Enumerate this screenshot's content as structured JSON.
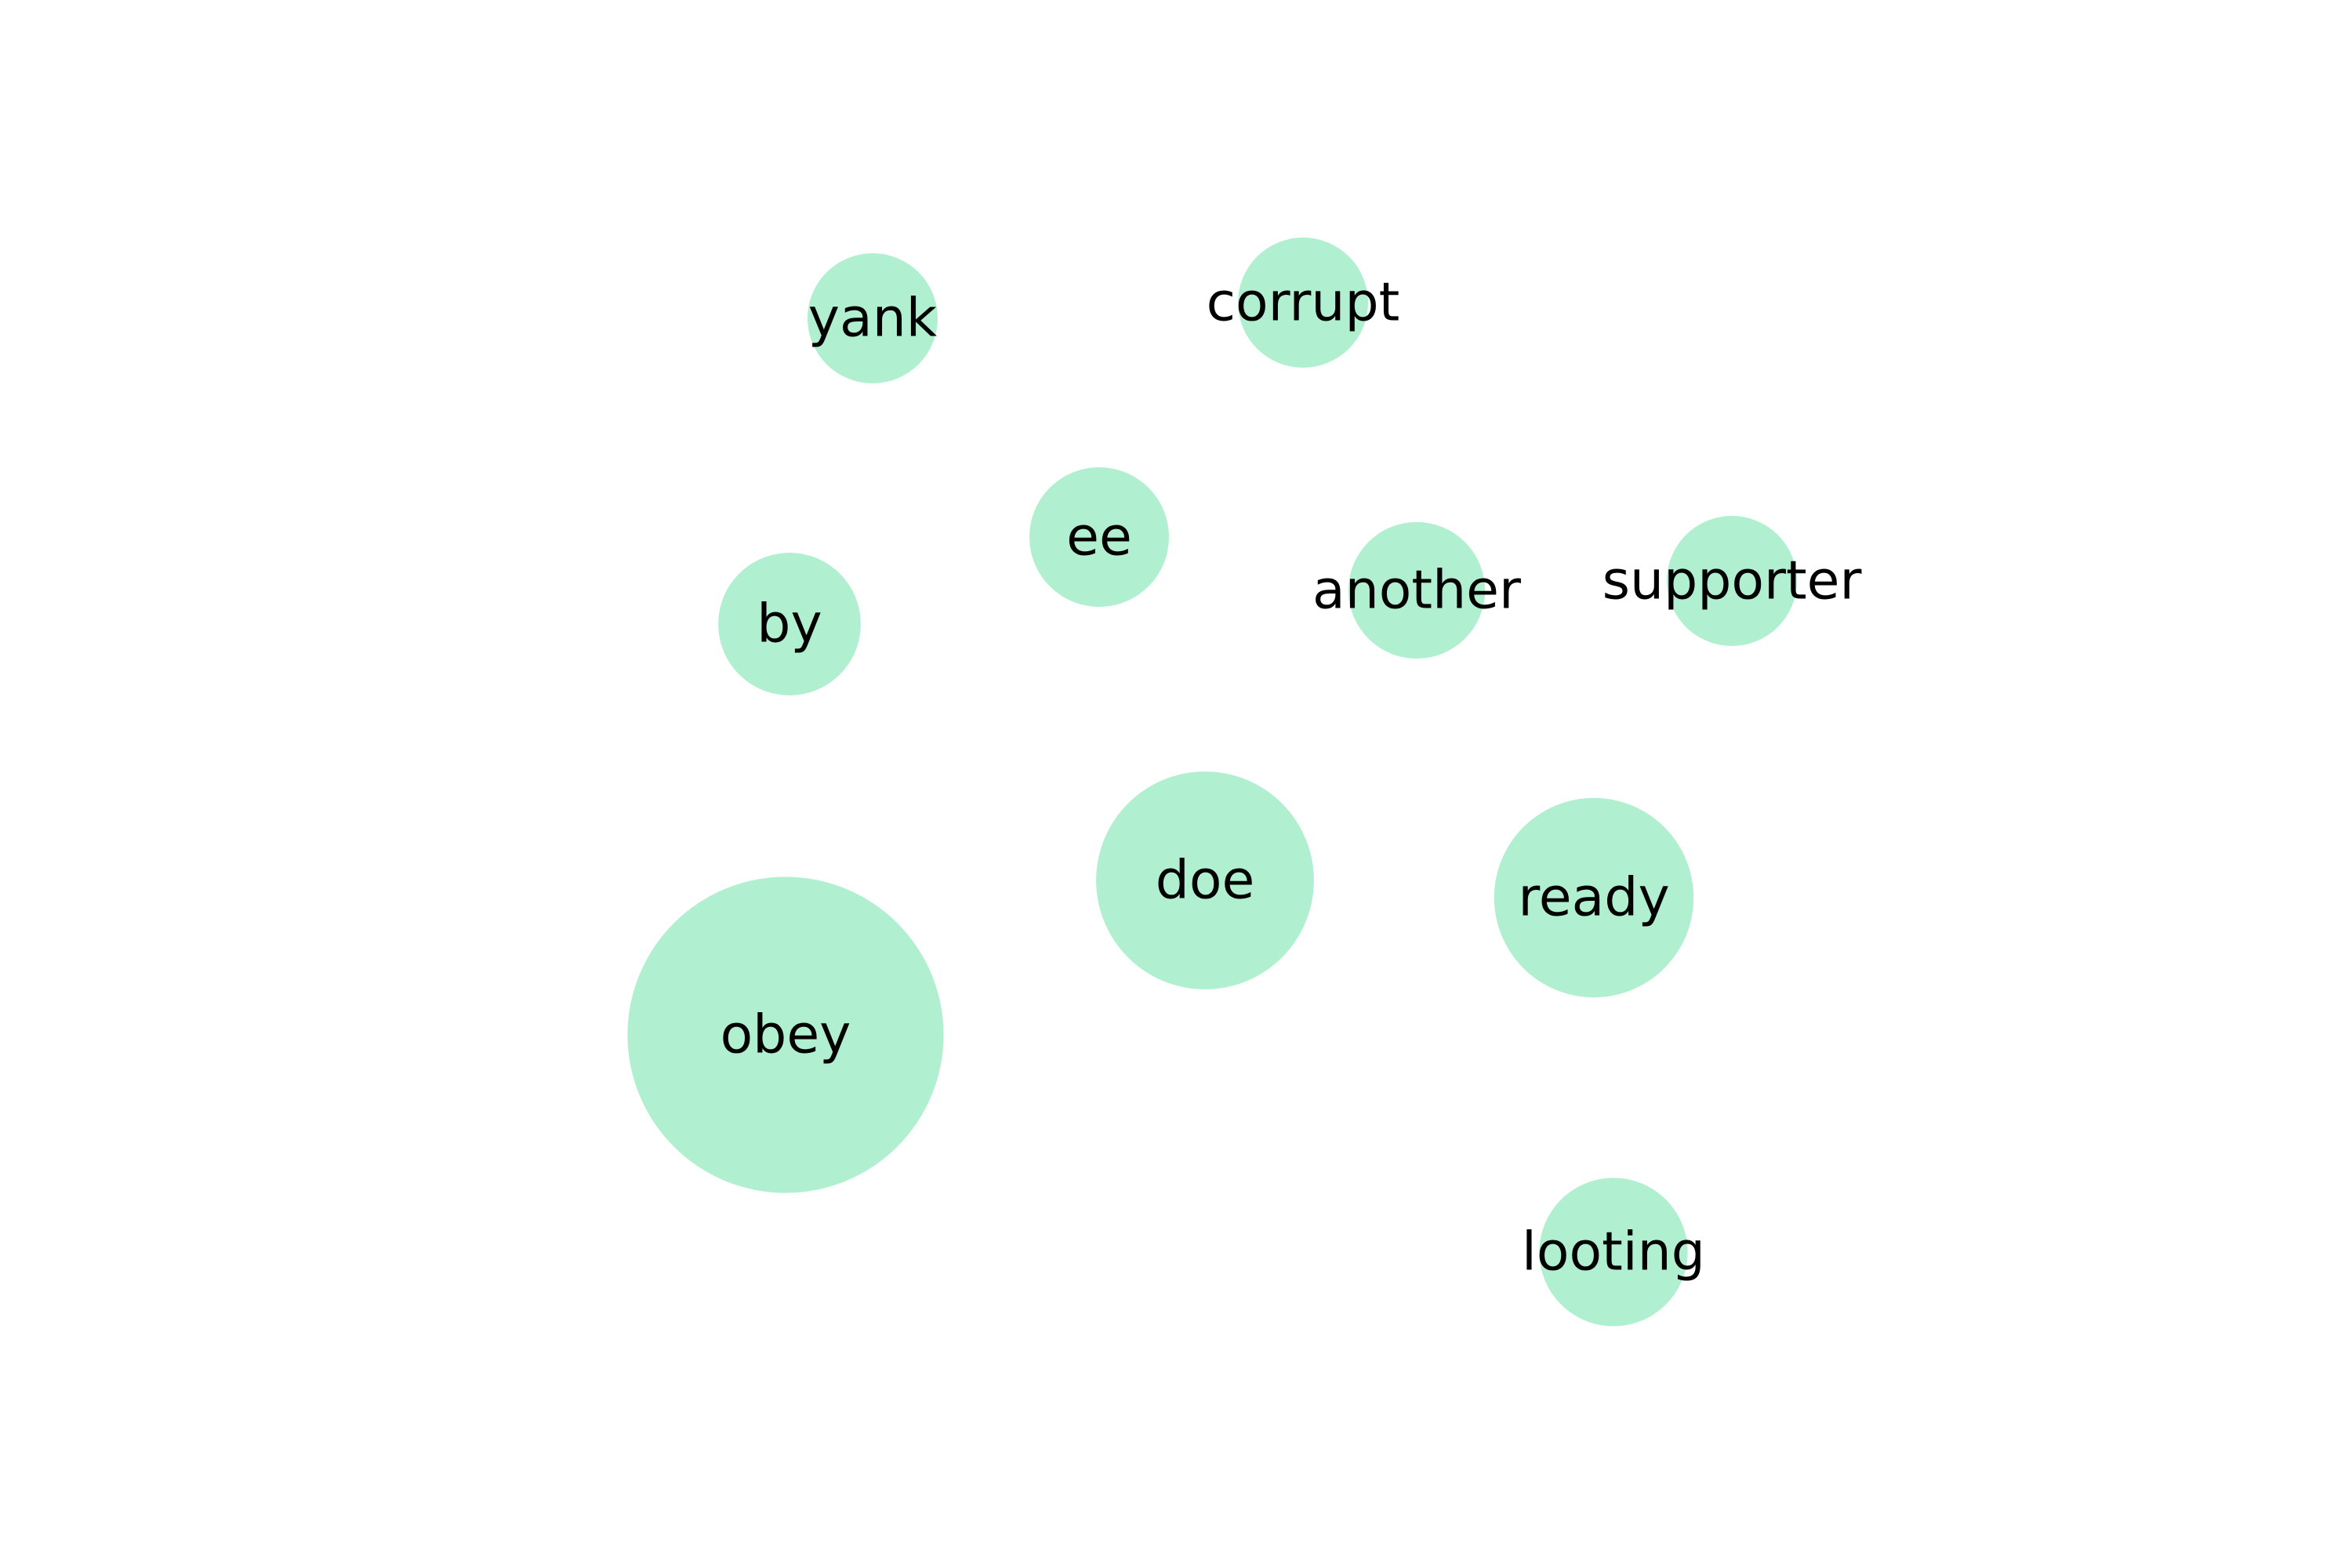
{
  "chart_data": {
    "type": "scatter",
    "title": "",
    "xlabel": "",
    "ylabel": "",
    "grid": false,
    "axes_visible": false,
    "bubble_color": "#b0f0d0",
    "label_color": "#000000",
    "bubbles": [
      {
        "label": "yank",
        "size": 1
      },
      {
        "label": "corrupt",
        "size": 1
      },
      {
        "label": "ee",
        "size": 1.15
      },
      {
        "label": "by",
        "size": 1.2
      },
      {
        "label": "another",
        "size": 1.1
      },
      {
        "label": "supporter",
        "size": 1
      },
      {
        "label": "doe",
        "size": 2.8
      },
      {
        "label": "ready",
        "size": 2.35
      },
      {
        "label": "obey",
        "size": 5.9
      },
      {
        "label": "looting",
        "size": 1.3
      }
    ]
  }
}
